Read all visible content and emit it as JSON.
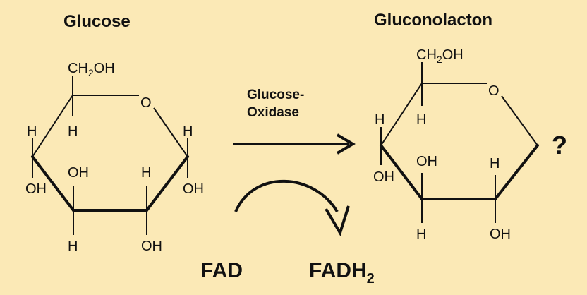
{
  "molecules": {
    "glucose": {
      "title": "Glucose",
      "ch2oh": {
        "main": "CH",
        "sub": "2",
        "tail": "OH"
      },
      "ring_o": "O",
      "c4": {
        "h": "H",
        "oh": "OH"
      },
      "c5": {
        "h": "H"
      },
      "c3": {
        "oh": "OH",
        "h": "H"
      },
      "c2": {
        "h": "H",
        "oh": "OH"
      },
      "c1": {
        "h": "H",
        "oh": "OH"
      }
    },
    "gluconolacton": {
      "title": "Gluconolacton",
      "ch2oh": {
        "main": "CH",
        "sub": "2",
        "tail": "OH"
      },
      "ring_o": "O",
      "c5": {
        "h": "H"
      },
      "c4": {
        "h": "H",
        "oh": "OH"
      },
      "c3": {
        "oh": "OH",
        "h": "H"
      },
      "c2": {
        "h": "H",
        "oh": "OH"
      },
      "unknown": "?"
    }
  },
  "enzyme": {
    "line1": "Glucose-",
    "line2": "Oxidase"
  },
  "cofactors": {
    "fad": "FAD",
    "fadh2": {
      "main": "FADH",
      "sub": "2"
    }
  },
  "colors": {
    "background": "#fbe9b6",
    "ink": "#111111"
  }
}
